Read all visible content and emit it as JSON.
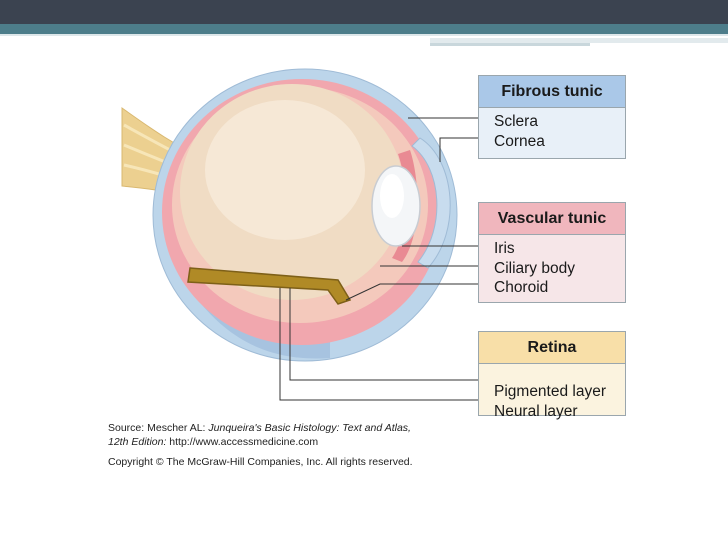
{
  "boxes": {
    "fibrous": {
      "title": "Fibrous tunic",
      "items": [
        "Sclera",
        "Cornea"
      ]
    },
    "vascular": {
      "title": "Vascular tunic",
      "items": [
        "Iris",
        "Ciliary body",
        "Choroid"
      ]
    },
    "retina": {
      "title": "Retina",
      "items": [
        "Pigmented layer",
        "Neural layer"
      ]
    }
  },
  "source": {
    "prefix": "Source: Mescher AL: ",
    "book": "Junqueira's Basic Histology: Text and Atlas,",
    "edition": "12th Edition: ",
    "url": "http://www.accessmedicine.com"
  },
  "copyright": "Copyright © The McGraw-Hill Companies, Inc. All rights reserved.",
  "colors": {
    "header_bar": "#3b4350",
    "band": "#4d7d8a",
    "fibrous": "#aac8e8",
    "vascular": "#f0b6bd",
    "retina": "#f8dfa8"
  }
}
